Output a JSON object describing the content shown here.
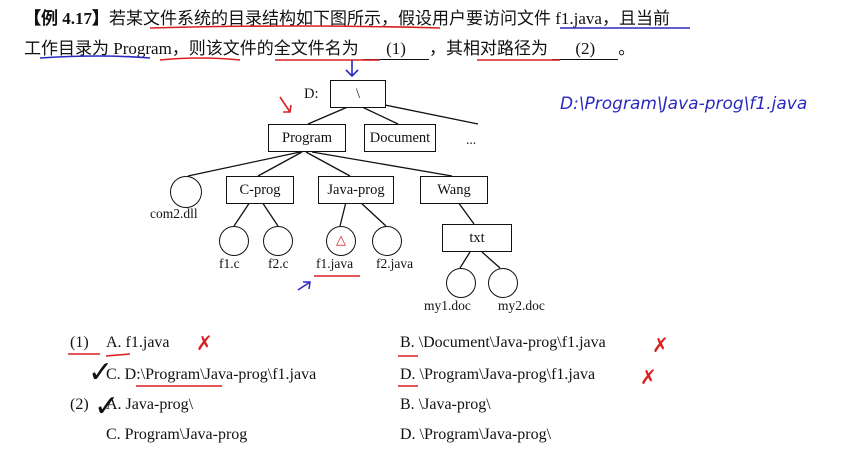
{
  "question": {
    "tag": "【例 4.17】",
    "line1": "若某文件系统的目录结构如下图所示，假设用户要访问文件 f1.java，且当前",
    "line2_a": "工作目录为 Program，则该文件的全文件名为",
    "blank1": "(1)",
    "line2_b": "，其相对路径为",
    "blank2": "(2)",
    "line2_c": "。"
  },
  "tree": {
    "drive_label": "D:",
    "root": "\\",
    "level1": [
      "Program",
      "Document",
      "..."
    ],
    "level2_files": [
      "com2.dll"
    ],
    "level2_dirs": [
      "C-prog",
      "Java-prog",
      "Wang"
    ],
    "level3_files": [
      "f1.c",
      "f2.c",
      "f1.java",
      "f2.java"
    ],
    "wang_child": "txt",
    "txt_files": [
      "my1.doc",
      "my2.doc"
    ],
    "f1_annotation": "△"
  },
  "handwriting": {
    "answer_path": "D:\\Program\\Java-prog\\f1.java"
  },
  "options": {
    "q1_num": "(1)",
    "q1_a": "A.  f1.java",
    "q1_b": "B.  \\Document\\Java-prog\\f1.java",
    "q1_c": "C.  D:\\Program\\Java-prog\\f1.java",
    "q1_d": "D.  \\Program\\Java-prog\\f1.java",
    "q2_num": "(2)",
    "q2_a": "A.  Java-prog\\",
    "q2_b": "B.  \\Java-prog\\",
    "q2_c": "C.  Program\\Java-prog",
    "q2_d": "D.  \\Program\\Java-prog\\"
  },
  "marks": {
    "cross": "✗",
    "check": "✓"
  },
  "colors": {
    "annotation_red": "#d92020",
    "annotation_blue": "#2a2ac0"
  }
}
